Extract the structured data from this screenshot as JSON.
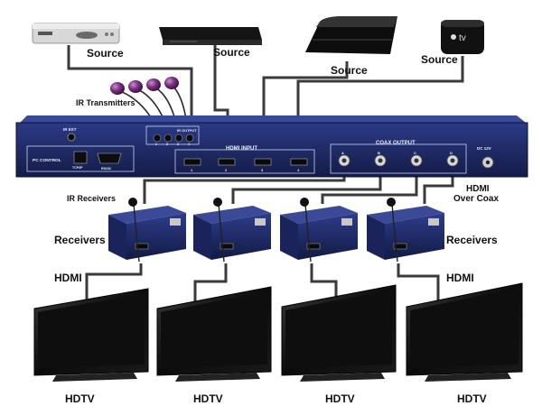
{
  "labels": {
    "source": "Source",
    "ir_transmitters": "IR Transmitters",
    "ir_receivers": "IR Receivers",
    "receivers": "Receivers",
    "hdmi": "HDMI",
    "hdmi_over_coax_line1": "HDMI",
    "hdmi_over_coax_line2": "Over Coax",
    "hdtv": "HDTV"
  },
  "panel": {
    "ir_ext": "IR EXT",
    "pc_control": "PC CONTROL",
    "tcpip": "TCP/IP",
    "rs232": "RS232",
    "ir_output": "IR OUTPUT",
    "hdmi_input": "HDMI INPUT",
    "coax_output": "COAX OUTPUT",
    "dc_12v": "DC 12V",
    "hdmi_ports": [
      "1",
      "2",
      "3",
      "4"
    ],
    "coax_ports": [
      "A",
      "B",
      "C",
      "D"
    ],
    "ir_ports": [
      "1",
      "2",
      "3",
      "4"
    ]
  },
  "devices": {
    "apple_tv_text": "tv"
  },
  "colors": {
    "panel_blue": "#1e2a66",
    "panel_dark": "#141c47",
    "cable": "#3a3a3a",
    "ir_purple": "#6a2a70"
  }
}
